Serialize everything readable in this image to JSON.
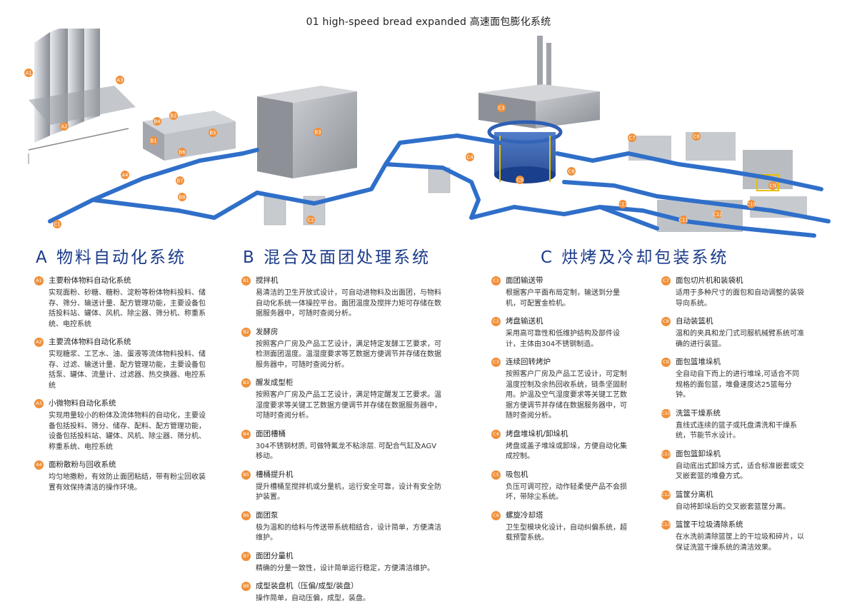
{
  "page": {
    "title": "01 high-speed bread expanded  高速面包膨化系统"
  },
  "diagram": {
    "markers": [
      "A1",
      "A2",
      "A3",
      "A4",
      "B1",
      "B2",
      "B3",
      "B4",
      "B5",
      "B6",
      "B7",
      "B8",
      "C1",
      "C2",
      "C3",
      "C4",
      "C5",
      "C6",
      "C7",
      "C8",
      "C9",
      "C10",
      "C11",
      "C12",
      "C13"
    ]
  },
  "sections": {
    "a": {
      "title": "A 物料自动化系统",
      "items": [
        {
          "code": "A1",
          "title": "主要粉体物料自动化系统",
          "desc": "实现面粉、砂糖、糖粉、淀粉等粉体物料投料、储存、筛分、输送计量、配方管理功能，主要设备包括投料站、罐体、风机、除尘器、筛分机、称重系统、电控系统"
        },
        {
          "code": "A2",
          "title": "主要流体物料自动化系统",
          "desc": "实现糖浆、工艺水、油、蛋液等流体物料投料、储存、过滤、输送计量、配方管理功能，主要设备包括泵、罐体、流量计、过滤器、热交换器、电控系统"
        },
        {
          "code": "A3",
          "title": "小微物料自动化系统",
          "desc": "实现用量较小的粉体及流体物料的自动化，主要设备包括投料、筛分、储存、配料、配方管理功能，设备包括投料站、罐体、风机、除尘器、筛分机、称重系统、电控系统"
        },
        {
          "code": "A4",
          "title": "面粉散粉与回收系统",
          "desc": "均匀地撒粉，有效防止面团粘结，带有粉尘回收装置有效保持清洁的操作环境。"
        }
      ]
    },
    "b": {
      "title": "B 混合及面团处理系统",
      "items": [
        {
          "code": "B1",
          "title": "搅拌机",
          "desc": "易清洁的卫生开放式设计，可自动进物料及出面团，与物料自动化系统一体操控平台。面团温度及搅拌力矩可存储在数据服务器中，可随时查阅分析。"
        },
        {
          "code": "B2",
          "title": "发酵房",
          "desc": "按照客户厂房及产品工艺设计，满足特定发酵工艺要求，可检测面团温度。温湿度要求等艺数据方便调节并存储在数据服务器中，可随时查阅分析。"
        },
        {
          "code": "B3",
          "title": "醒发成型柜",
          "desc": "按照客户厂房及产品工艺设计，满足特定醒发工艺要求。温湿度要求等关键工艺数据方便调节并存储在数据服务器中，可随时查阅分析。"
        },
        {
          "code": "B4",
          "title": "面团槽桶",
          "desc": "304不锈钢材质, 可做特氟龙不粘涂层. 可配合气缸及AGV移动。"
        },
        {
          "code": "B5",
          "title": "槽桶提升机",
          "desc": "提升槽桶至搅拌机或分量机，运行安全可靠，设计有安全防护装置。"
        },
        {
          "code": "B6",
          "title": "面团泵",
          "desc": "极为温和的给料与传送带系统相结合，设计简单，方便清洁维护。"
        },
        {
          "code": "B7",
          "title": "面团分量机",
          "desc": "精确的分量一致性，设计简单运行稳定，方便清洁维护。"
        },
        {
          "code": "B8",
          "title": "成型装盘机（压偏/成型/装盘）",
          "desc": "操作简单，自动压偏，成型，装盘。"
        }
      ]
    },
    "c": {
      "title": "C 烘烤及冷却包装系统",
      "items_left": [
        {
          "code": "C1",
          "title": "面团输送带",
          "desc": "根据客户平面布局定制，输送到分量机，可配置金检机。"
        },
        {
          "code": "C2",
          "title": "烤盘输送机",
          "desc": "采用高可靠性和低维护结构及部件设计，主体由304不锈钢制造。"
        },
        {
          "code": "C3",
          "title": "连续回转烤炉",
          "desc": "按照客户厂房及产品工艺设计，可定制温度控制及余热回收系统，链条坚固耐用。炉温及空气湿度要求等关键工艺数据方便调节并存储在数据服务器中，可随时查阅分析。"
        },
        {
          "code": "C4",
          "title": "烤盘堆垛机/卸垛机",
          "desc": "烤盘或盖子堆垛或卸垛，方便自动化集成控制。"
        },
        {
          "code": "C5",
          "title": "吸包机",
          "desc": "负压可调可控，动作轻柔使产品不会损坏，带除尘系统。"
        },
        {
          "code": "C6",
          "title": "螺旋冷却塔",
          "desc": "卫生型模块化设计，自动纠偏系统，超载预警系统。"
        }
      ],
      "items_right": [
        {
          "code": "C7",
          "title": "面包切片机和装袋机",
          "desc": "适用于多种尺寸的面包和自动调整的装袋导向系统。"
        },
        {
          "code": "C8",
          "title": "自动装篮机",
          "desc": "温和的夹具和龙门式司服机械臂系统可准确的进行装篮。"
        },
        {
          "code": "C9",
          "title": "面包篮堆垛机",
          "desc": "全自动自下而上的进行堆垛,可适合不同规格的面包篮，堆叠速度达25篮每分钟。"
        },
        {
          "code": "C10",
          "title": "洗篮干燥系统",
          "desc": "直线式连续的篮子或托盘清洗和干燥系统，节能节水设计。"
        },
        {
          "code": "C11",
          "title": "面包篮卸垛机",
          "desc": "自动底出式卸垛方式，适合标准嵌套或交叉嵌套篮的堆叠方式。"
        },
        {
          "code": "C12",
          "title": "篮筐分离机",
          "desc": "自动将卸垛后的交叉嵌套篮筐分离。"
        },
        {
          "code": "C13",
          "title": "篮筐干垃圾清除系统",
          "desc": "在水洗前清除篮筐上的干垃圾和碎片，以保证洗篮干燥系统的清洁效果。"
        }
      ]
    }
  }
}
